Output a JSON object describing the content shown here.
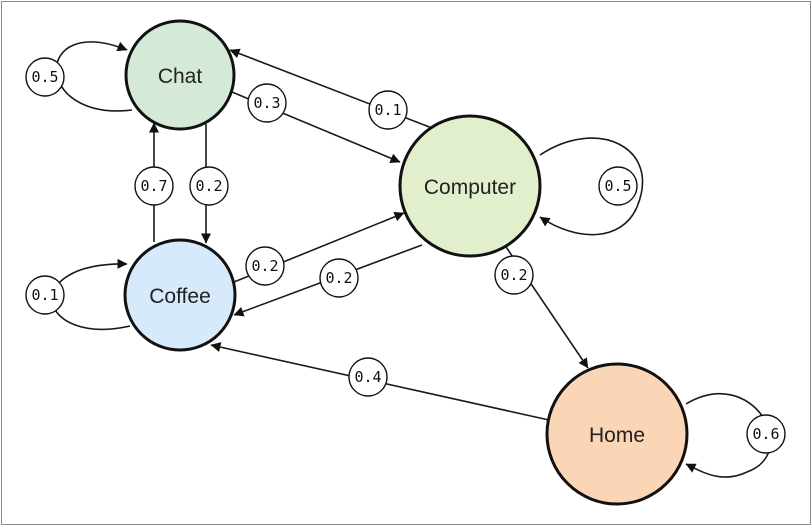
{
  "diagram": {
    "nodes": [
      {
        "id": "chat",
        "label": "Chat",
        "color": "#d4e9d8"
      },
      {
        "id": "computer",
        "label": "Computer",
        "color": "#e1efcd"
      },
      {
        "id": "coffee",
        "label": "Coffee",
        "color": "#d6eafc"
      },
      {
        "id": "home",
        "label": "Home",
        "color": "#fbd6b6"
      }
    ],
    "edges": [
      {
        "from": "chat",
        "to": "chat",
        "weight": "0.5"
      },
      {
        "from": "chat",
        "to": "computer",
        "weight": "0.3"
      },
      {
        "from": "computer",
        "to": "chat",
        "weight": "0.1"
      },
      {
        "from": "chat",
        "to": "coffee",
        "weight": "0.2"
      },
      {
        "from": "coffee",
        "to": "chat",
        "weight": "0.7"
      },
      {
        "from": "computer",
        "to": "computer",
        "weight": "0.5"
      },
      {
        "from": "coffee",
        "to": "coffee",
        "weight": "0.1"
      },
      {
        "from": "coffee",
        "to": "computer",
        "weight": "0.2"
      },
      {
        "from": "computer",
        "to": "coffee",
        "weight": "0.2"
      },
      {
        "from": "computer",
        "to": "home",
        "weight": "0.2"
      },
      {
        "from": "home",
        "to": "coffee",
        "weight": "0.4"
      },
      {
        "from": "home",
        "to": "home",
        "weight": "0.6"
      }
    ]
  }
}
